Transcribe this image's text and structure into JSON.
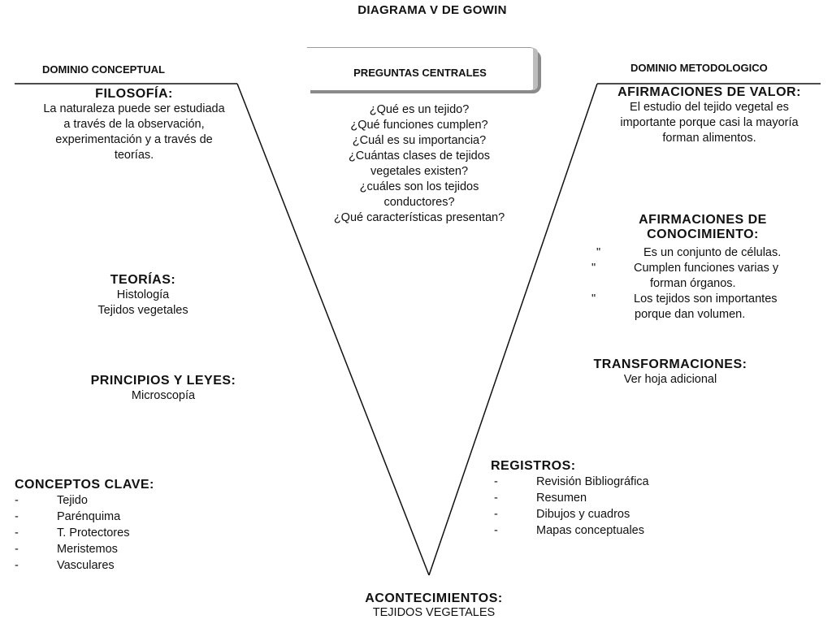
{
  "title": "DIAGRAMA V DE GOWIN",
  "dominio_conceptual": {
    "heading": "DOMINIO CONCEPTUAL",
    "filosofia": {
      "heading": "FILOSOFÍA:",
      "lines": [
        "La naturaleza puede ser estudiada",
        "a través de la observación,",
        "experimentación y a través de",
        "teorías."
      ]
    },
    "teorias": {
      "heading": "TEORÍAS:",
      "lines": [
        "Histología",
        "Tejidos vegetales"
      ]
    },
    "principios": {
      "heading": "PRINCIPIOS Y LEYES:",
      "lines": [
        "Microscopía"
      ]
    },
    "conceptos": {
      "heading": "CONCEPTOS CLAVE:",
      "items": [
        "Tejido",
        "Parénquima",
        "T. Protectores",
        "Meristemos",
        "Vasculares"
      ],
      "bullet": "-"
    }
  },
  "preguntas": {
    "heading": "PREGUNTAS CENTRALES",
    "lines": [
      "¿Qué es un tejido?",
      "¿Qué funciones cumplen?",
      "¿Cuál es su importancia?",
      "¿Cuántas clases de tejidos",
      "vegetales existen?",
      "¿cuáles son los tejidos",
      "conductores?",
      "¿Qué características presentan?"
    ]
  },
  "dominio_metodologico": {
    "heading": "DOMINIO METODOLOGICO",
    "valor": {
      "heading": "AFIRMACIONES DE VALOR:",
      "lines": [
        "El estudio del tejido  vegetal es",
        "importante porque casi la mayoría",
        "forman alimentos."
      ]
    },
    "conocimiento": {
      "heading_1": "AFIRMACIONES DE",
      "heading_2": "CONOCIMIENTO:",
      "bullet": "\"",
      "items": [
        {
          "line1": "Es un conjunto de células.",
          "line2": ""
        },
        {
          "line1": "Cumplen funciones varias y",
          "line2": "forman órganos."
        },
        {
          "line1": "Los tejidos son importantes",
          "line2": "porque dan volumen."
        }
      ]
    },
    "transformaciones": {
      "heading": "TRANSFORMACIONES:",
      "lines": [
        "Ver hoja adicional"
      ]
    },
    "registros": {
      "heading": "REGISTROS:",
      "bullet": "-",
      "items": [
        "Revisión Bibliográfica",
        "Resumen",
        "Dibujos y cuadros",
        "Mapas conceptuales"
      ]
    }
  },
  "acontecimientos": {
    "heading": "ACONTECIMIENTOS:",
    "lines": [
      "TEJIDOS VEGETALES"
    ]
  }
}
